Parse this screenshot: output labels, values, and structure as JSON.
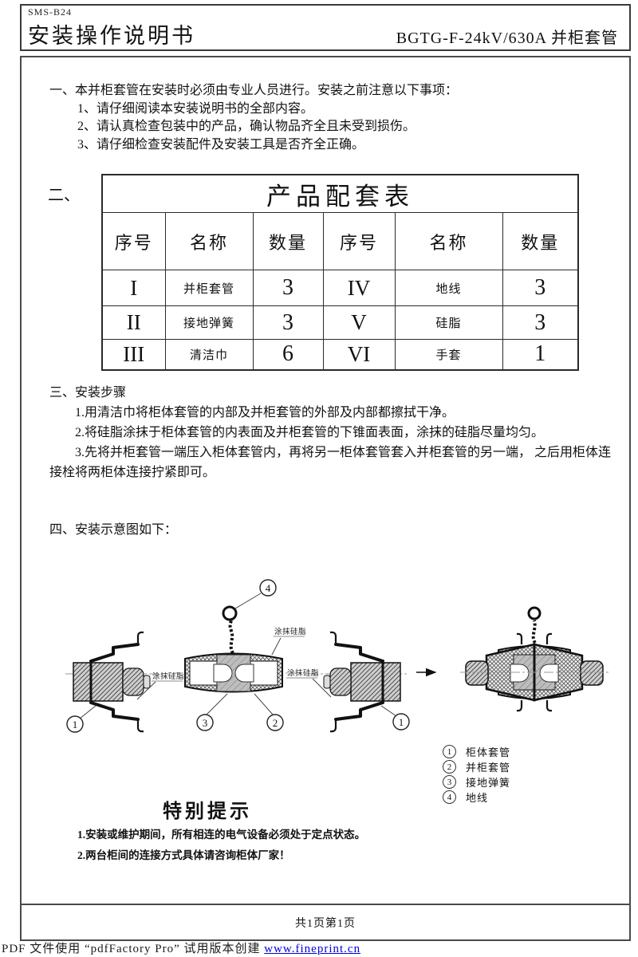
{
  "header": {
    "doc_code": "SMS-B24",
    "title": "安装操作说明书",
    "product": "BGTG-F-24kV/630A 并柜套管"
  },
  "section1": {
    "heading": "一、本并柜套管在安装时必须由专业人员进行。安装之前注意以下事项：",
    "items": [
      "1、请仔细阅读本安装说明书的全部内容。",
      "2、请认真检查包装中的产品，确认物品齐全且未受到损伤。",
      "3、请仔细检查安装配件及安装工具是否齐全正确。"
    ]
  },
  "section2": {
    "label": "二、",
    "table": {
      "title": "产品配套表",
      "headers": [
        "序号",
        "名称",
        "数量",
        "序号",
        "名称",
        "数量"
      ],
      "rows": [
        [
          "I",
          "并柜套管",
          "3",
          "IV",
          "地线",
          "3"
        ],
        [
          "II",
          "接地弹簧",
          "3",
          "V",
          "硅脂",
          "3"
        ],
        [
          "III",
          "清洁巾",
          "6",
          "VI",
          "手套",
          "1"
        ]
      ]
    }
  },
  "section3": {
    "heading": "三、安装步骤",
    "steps": [
      "1.用清洁巾将柜体套管的内部及并柜套管的外部及内部都擦拭干净。",
      "2.将硅脂涂抹于柜体套管的内表面及并柜套管的下锥面表面，涂抹的硅脂尽量均匀。",
      "3.先将并柜套管一端压入柜体套管内，再将另一柜体套管套入并柜套管的另一端， 之后用柜体连接栓将两柜体连接拧紧即可。"
    ]
  },
  "section4": {
    "heading": "四、安装示意图如下："
  },
  "diagram": {
    "grease_label": "涂抹硅脂",
    "callouts": {
      "c1": "1",
      "c2": "2",
      "c3": "3",
      "c4": "4"
    },
    "legend": [
      {
        "num": "1",
        "label": "柜体套管"
      },
      {
        "num": "2",
        "label": "并柜套管"
      },
      {
        "num": "3",
        "label": "接地弹簧"
      },
      {
        "num": "4",
        "label": "地线"
      }
    ]
  },
  "notice": {
    "title": "特别提示",
    "items": [
      "1.安装或维护期间，所有相连的电气设备必须处于定点状态。",
      "2.两台柜间的连接方式具体请咨询柜体厂家！"
    ]
  },
  "footer": {
    "page_info": "共1页第1页",
    "pdf_note_prefix": "PDF 文件使用 “pdfFactory Pro” 试用版本创建 ",
    "pdf_link": "www.fineprint.cn"
  },
  "colors": {
    "link": "#0000dd",
    "ink": "#111111"
  }
}
